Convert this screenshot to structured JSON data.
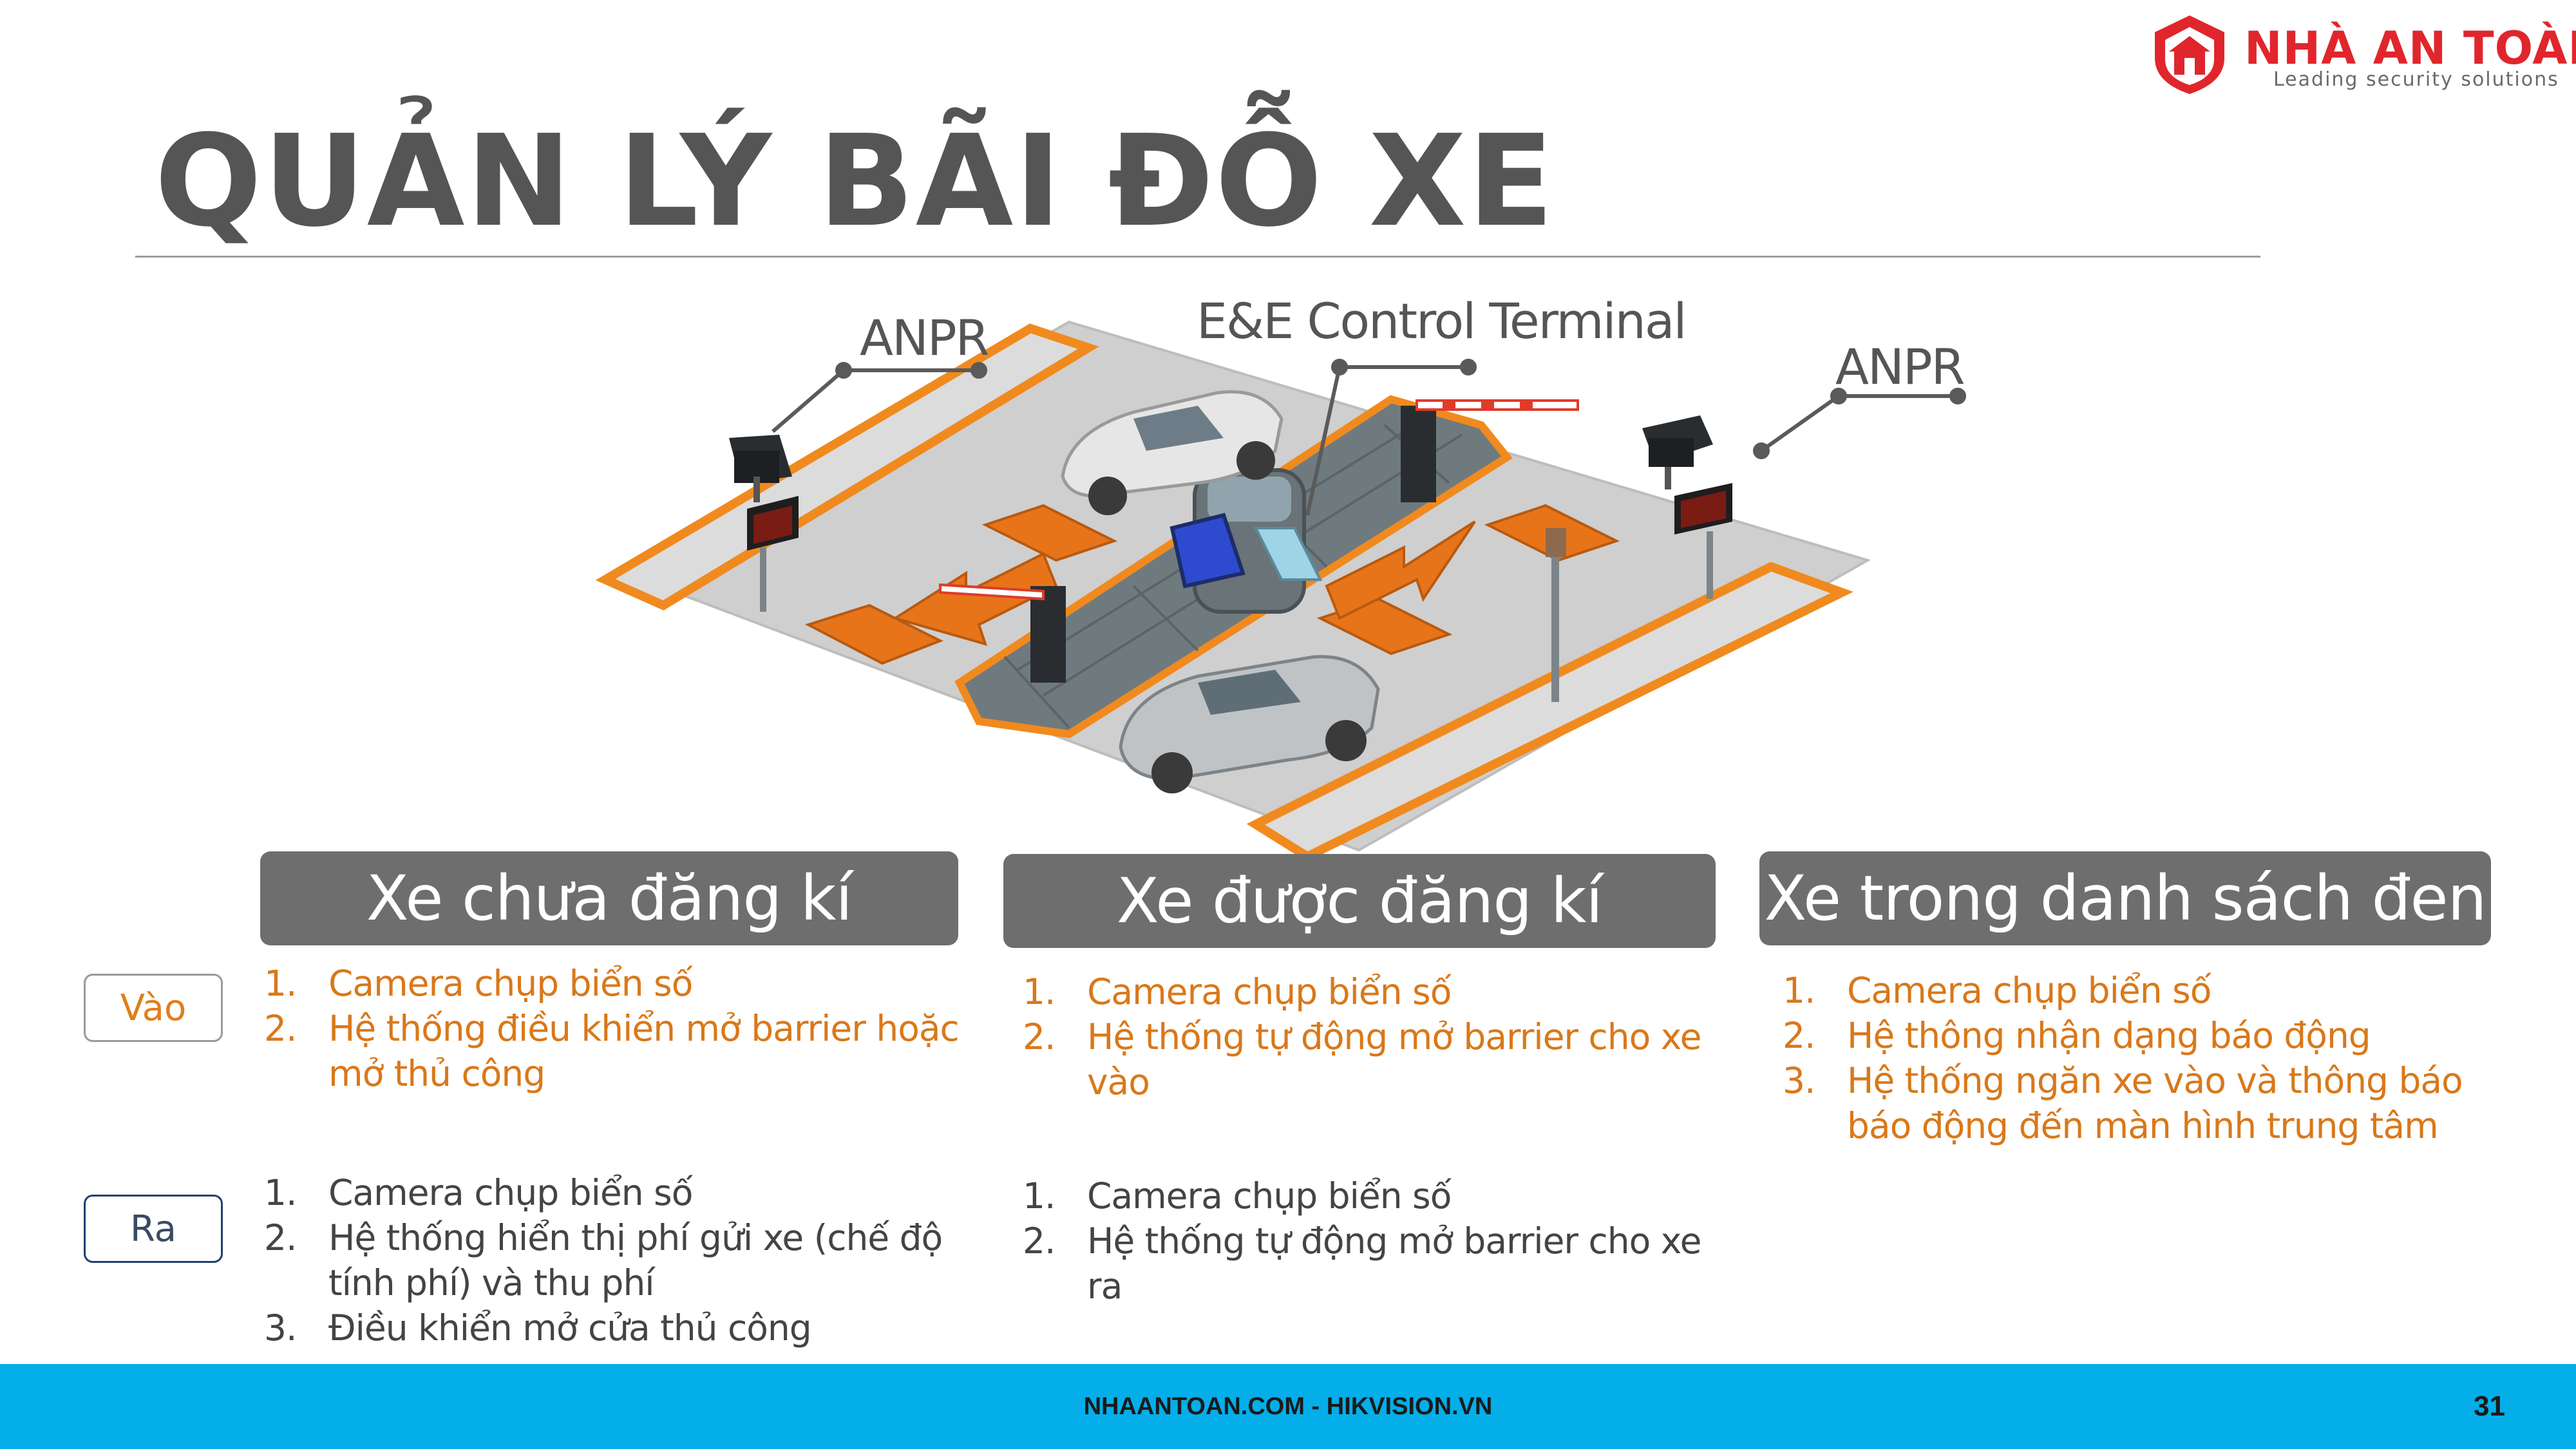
{
  "logo": {
    "name": "NHÀ AN TOÀN",
    "tagline": "Leading security solutions",
    "brand_color": "#e0262c"
  },
  "page_title": "QUẢN LÝ BÃI ĐỖ XE",
  "diagram": {
    "labels": {
      "anpr_left": "ANPR",
      "terminal": "E&E Control Terminal",
      "anpr_right": "ANPR"
    },
    "accent_color": "#f08a1e",
    "icons": [
      "anpr-camera-icon",
      "barrier-gate-icon",
      "car-icon",
      "arrow-icon",
      "led-display-icon",
      "card-reader-icon",
      "guard-booth-icon"
    ]
  },
  "columns": [
    {
      "header": "Xe chưa đăng kí"
    },
    {
      "header": "Xe được đăng kí"
    },
    {
      "header": "Xe trong danh sách đen"
    }
  ],
  "rows": {
    "in_label": "Vào",
    "out_label": "Ra"
  },
  "entry": {
    "unregistered": [
      {
        "num": "1.",
        "text": "Camera chụp biển số"
      },
      {
        "num": "2.",
        "text": "Hệ thống điều khiển mở barrier hoặc mở thủ công"
      }
    ],
    "registered": [
      {
        "num": "1.",
        "text": "Camera chụp biển số"
      },
      {
        "num": "2.",
        "text": "Hệ thống tự động mở barrier cho xe vào"
      }
    ],
    "blacklist": [
      {
        "num": "1.",
        "text": "Camera chụp biển số"
      },
      {
        "num": "2.",
        "text": "Hệ thông nhận dạng báo động"
      },
      {
        "num": "3.",
        "text": "Hệ thống ngăn xe vào và thông báo báo động đến màn hình trung tâm"
      }
    ]
  },
  "exit": {
    "unregistered": [
      {
        "num": "1.",
        "text": "Camera chụp biển số"
      },
      {
        "num": "2.",
        "text": "Hệ thống hiển thị phí gửi xe (chế độ tính phí) và thu phí"
      },
      {
        "num": "3.",
        "text": "Điều khiển mở cửa thủ công"
      }
    ],
    "registered": [
      {
        "num": "1.",
        "text": "Camera chụp biển số"
      },
      {
        "num": "2.",
        "text": "Hệ thống tự động mở barrier cho xe ra"
      }
    ]
  },
  "footer": {
    "text": "NHAANTOAN.COM - HIKVISION.VN",
    "page_number": "31",
    "bar_color": "#04aee9"
  }
}
